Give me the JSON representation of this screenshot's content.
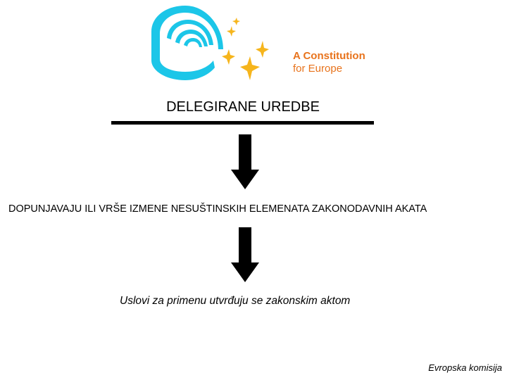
{
  "logo": {
    "line1": "A Constitution",
    "line2": "for Europe",
    "brand_color": "#E8731C",
    "drum_color": "#1CC6E8",
    "star_color": "#F6B51C"
  },
  "diagram": {
    "title": "DELEGIRANE UREDBE",
    "statement": "DOPUNJAVAJU ILI VRŠE IZMENE NESUŠTINSKIH ELEMENATA ZAKONODAVNIH AKATA",
    "condition": "Uslovi za primenu utvrđuju se zakonskim aktom"
  },
  "footer": {
    "source": "Evropska komisija"
  }
}
